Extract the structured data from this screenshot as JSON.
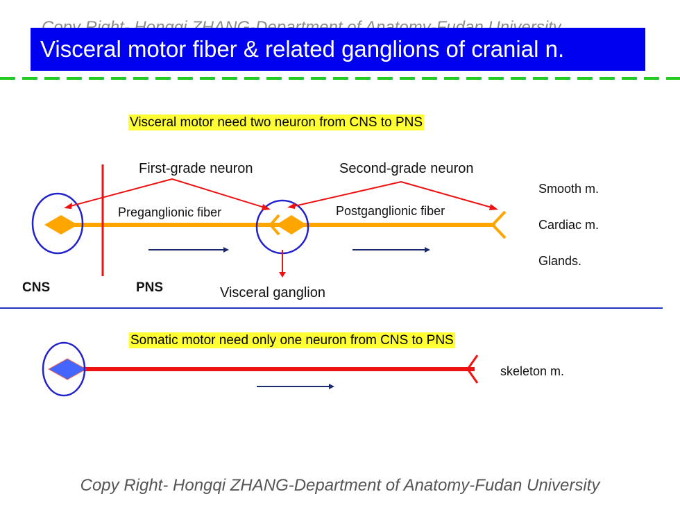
{
  "watermark_top": "Copy Right- Hongqi ZHANG-Department of Anatomy-Fudan University",
  "title": "Visceral motor fiber & related ganglions of cranial n.",
  "visceral": {
    "heading": "Visceral motor need two neuron from CNS to PNS",
    "first_neuron": "First-grade neuron",
    "second_neuron": "Second-grade neuron",
    "pre_fiber": "Preganglionic fiber",
    "post_fiber": "Postganglionic fiber",
    "targets": [
      "Smooth m.",
      "Cardiac m.",
      "Glands."
    ],
    "cns": "CNS",
    "pns": "PNS",
    "ganglion": "Visceral ganglion"
  },
  "somatic": {
    "heading": "Somatic motor need only one neuron from CNS to PNS",
    "target": "skeleton m."
  },
  "footer": "Copy Right- Hongqi ZHANG-Department of Anatomy-Fudan University",
  "colors": {
    "title_bg": "#0000f0",
    "dashed_line": "#22cc22",
    "orange_fiber": "#ffa500",
    "red": "#ee1111",
    "circle": "#2222cc",
    "highlight": "#ffff33",
    "divider": "#2233bb"
  }
}
